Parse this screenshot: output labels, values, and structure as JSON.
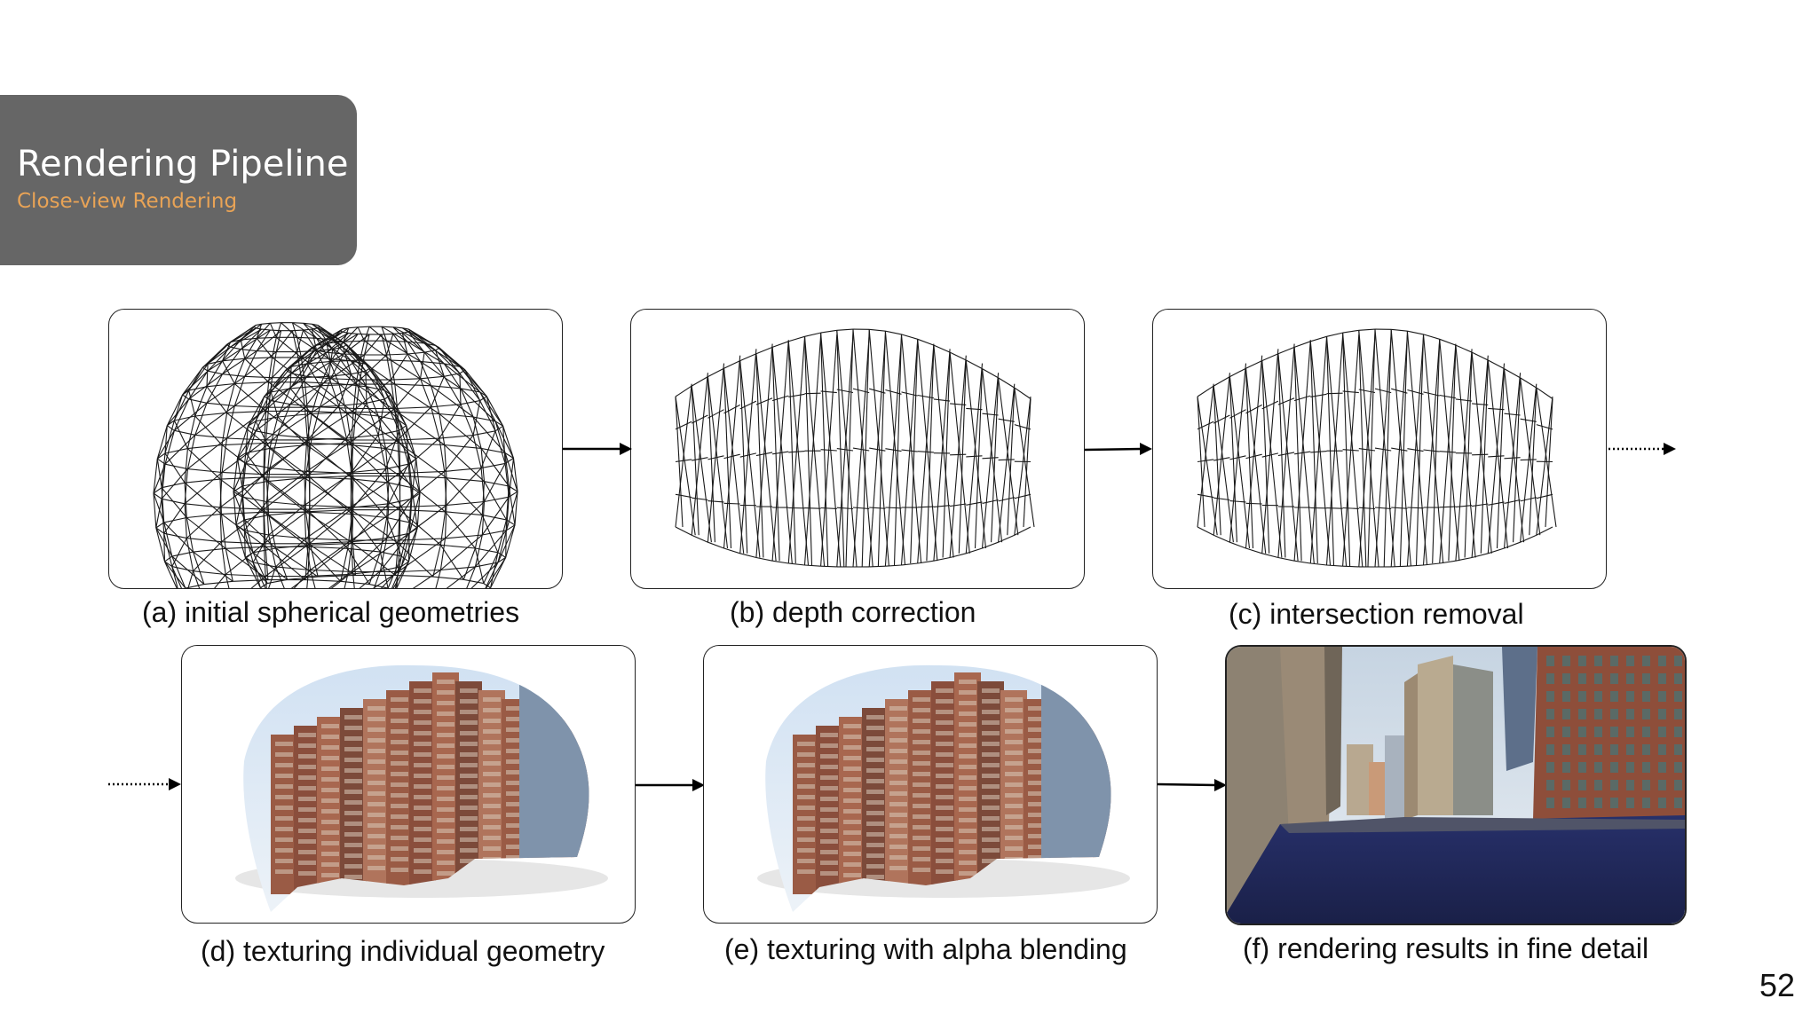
{
  "slide": {
    "title": "Rendering Pipeline",
    "subtitle": "Close-view Rendering",
    "page_number": "52"
  },
  "panels": [
    {
      "id": "a",
      "caption": "(a) initial spherical geometries",
      "kind": "wireframe-overlapping-spheres"
    },
    {
      "id": "b",
      "caption": "(b) depth correction",
      "kind": "wireframe-corrected"
    },
    {
      "id": "c",
      "caption": "(c) intersection removal",
      "kind": "wireframe-clean"
    },
    {
      "id": "d",
      "caption": "(d) texturing individual geometry",
      "kind": "textured-dome"
    },
    {
      "id": "e",
      "caption": "(e) texturing with alpha blending",
      "kind": "textured-dome"
    },
    {
      "id": "f",
      "caption": "(f) rendering results in fine detail",
      "kind": "street-render"
    }
  ],
  "colors": {
    "title_box": "#666666",
    "subtitle": "#e8a356",
    "wire": "#1a1a1a",
    "street": "#1f2a55"
  }
}
